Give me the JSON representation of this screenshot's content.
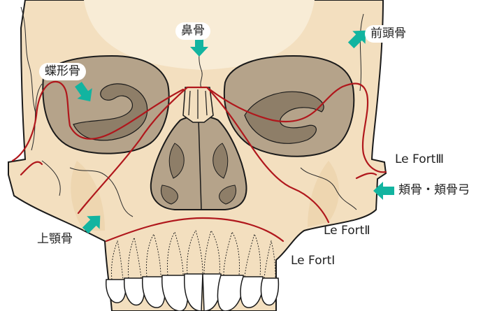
{
  "labels": {
    "nasal_bone": "鼻骨",
    "frontal_bone": "前頭骨",
    "sphenoid_bone": "蝶形骨",
    "zygomatic": "頬骨・頬骨弓",
    "maxilla": "上顎骨",
    "le_fort_3": "Le FortⅢ",
    "le_fort_2": "Le FortⅡ",
    "le_fort_1": "Le FortⅠ"
  },
  "colors": {
    "bone": "#f3dfbf",
    "bone_light": "#f8ecd6",
    "orbit": "#b5a38a",
    "orbit_dark": "#8e7e68",
    "outline": "#1a1a1a",
    "fracture_line": "#b0171c",
    "arrow": "#12b4a0"
  }
}
